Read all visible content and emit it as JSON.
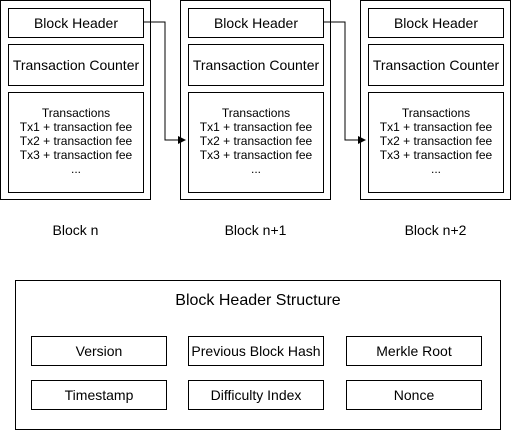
{
  "blocks": [
    {
      "header": "Block Header",
      "counter": "Transaction Counter",
      "tx_title": "Transactions",
      "tx_lines": [
        "Tx1 + transaction fee",
        "Tx2 + transaction fee",
        "Tx3 + transaction fee",
        "..."
      ],
      "label": "Block n"
    },
    {
      "header": "Block Header",
      "counter": "Transaction Counter",
      "tx_title": "Transactions",
      "tx_lines": [
        "Tx1 + transaction fee",
        "Tx2 + transaction fee",
        "Tx3 + transaction fee",
        "..."
      ],
      "label": "Block n+1"
    },
    {
      "header": "Block Header",
      "counter": "Transaction Counter",
      "tx_title": "Transactions",
      "tx_lines": [
        "Tx1 + transaction fee",
        "Tx2 + transaction fee",
        "Tx3 + transaction fee",
        "..."
      ],
      "label": "Block n+2"
    }
  ],
  "structure": {
    "title": "Block Header Structure",
    "fields": [
      "Version",
      "Previous Block Hash",
      "Merkle Root",
      "Timestamp",
      "Difficulty Index",
      "Nonce"
    ]
  }
}
